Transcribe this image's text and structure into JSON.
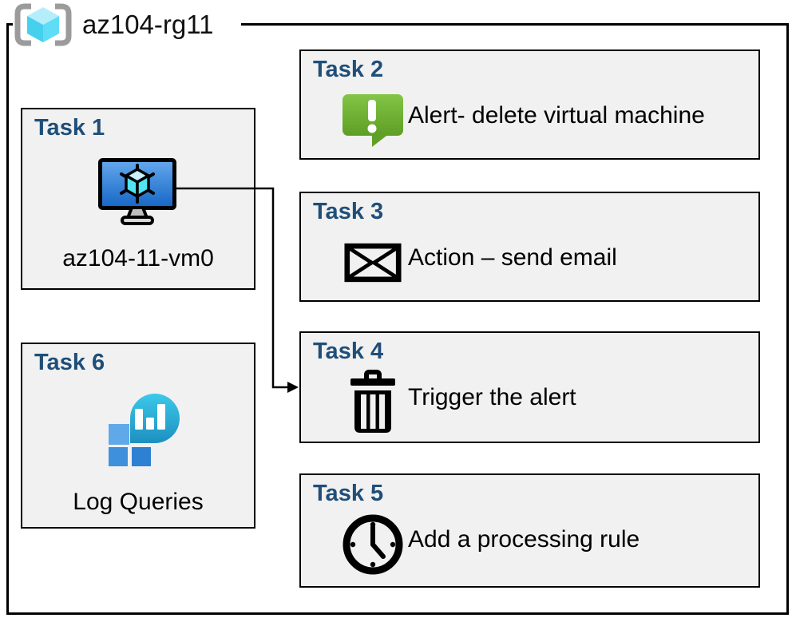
{
  "resource_group": {
    "label": "az104-rg11",
    "icon": "resource-group-icon"
  },
  "tasks": {
    "task1": {
      "title": "Task 1",
      "label": "az104-11-vm0",
      "icon": "virtual-machine-icon"
    },
    "task2": {
      "title": "Task 2",
      "label": "Alert- delete virtual machine",
      "icon": "alert-message-icon"
    },
    "task3": {
      "title": "Task 3",
      "label": "Action – send email",
      "icon": "email-envelope-icon"
    },
    "task4": {
      "title": "Task 4",
      "label": "Trigger the alert",
      "icon": "trash-delete-icon"
    },
    "task5": {
      "title": "Task 5",
      "label": "Add a processing rule",
      "icon": "clock-icon"
    },
    "task6": {
      "title": "Task 6",
      "label": "Log Queries",
      "icon": "log-analytics-icon"
    }
  },
  "connector": {
    "from": "task1-virtual-machine",
    "to": "task4"
  },
  "colors": {
    "task_title_blue": "#1F4E79",
    "box_fill": "#F1F1F1",
    "box_border": "#000000",
    "alert_green_top": "#83C546",
    "alert_green_bottom": "#5E9E25",
    "vm_screen_top": "#66A9EE",
    "vm_screen_bottom": "#1465C4",
    "rg_bracket_gray": "#9B9B9B",
    "rg_cube_top": "#B5EEFB",
    "rg_cube_side": "#45D0EE",
    "log_balloon_top": "#3CC9E9",
    "log_balloon_bottom": "#1E8FC0",
    "log_square_light": "#60A9E9",
    "log_square_mid": "#3E90DC",
    "log_square_dark": "#2E80D2"
  }
}
